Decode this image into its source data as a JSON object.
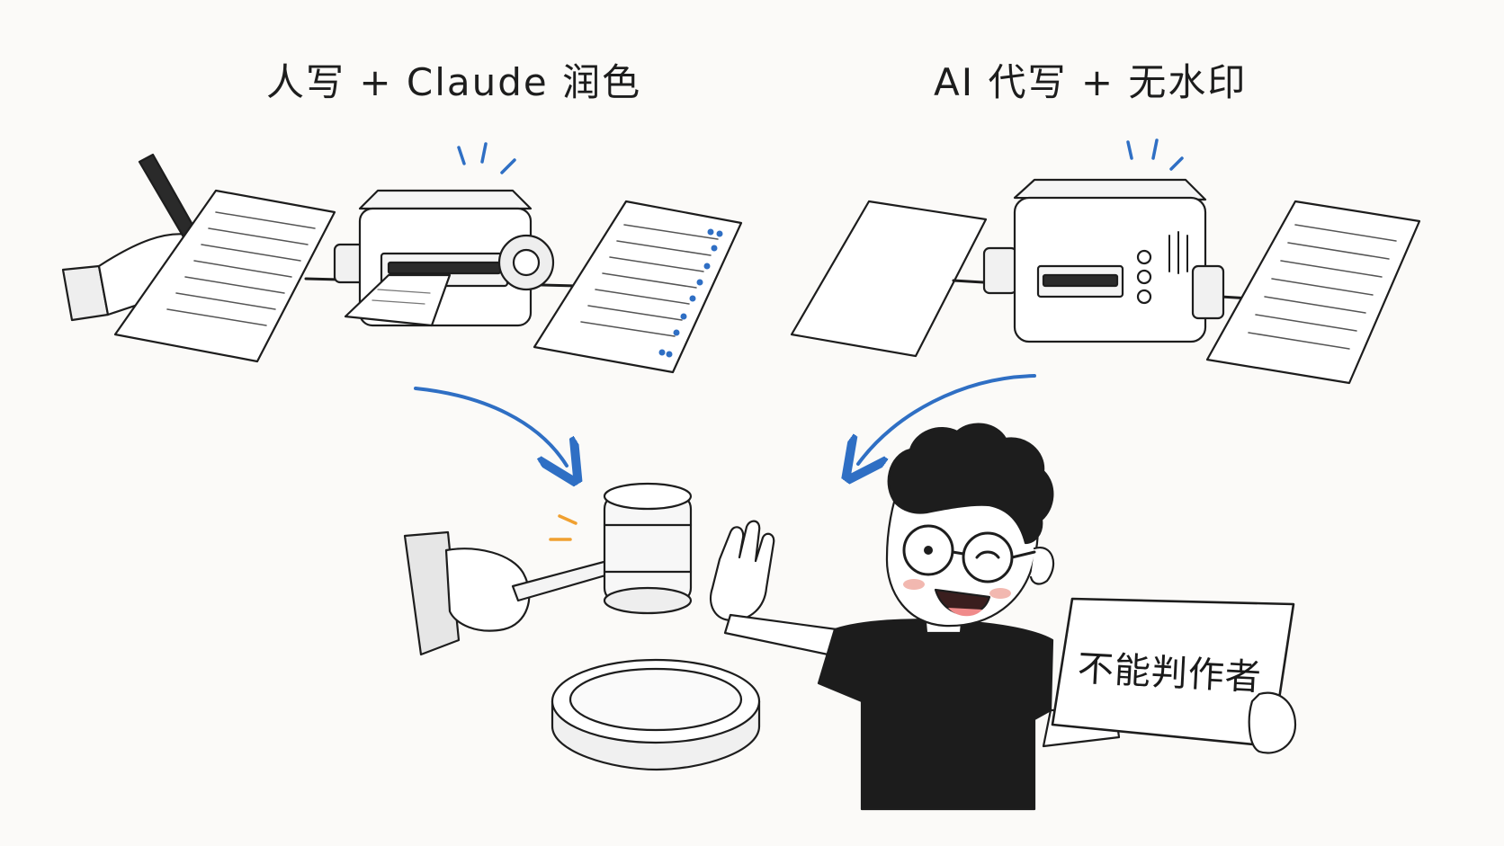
{
  "labels": {
    "left": "人写 + Claude 润色",
    "right": "AI 代写 + 无水印"
  },
  "sign": {
    "text": "不能判作者"
  },
  "colors": {
    "ink": "#1d1d1d",
    "accent_blue": "#2f6fc4",
    "accent_orange": "#f0a030",
    "paper": "#ffffff",
    "background": "#fbfaf8",
    "shirt": "#1c1c1c",
    "blush": "#f2b8b0"
  }
}
